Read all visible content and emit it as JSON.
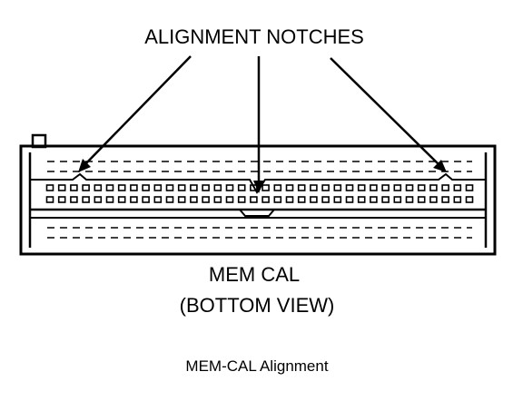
{
  "diagram": {
    "callout_label": "ALIGNMENT NOTCHES",
    "caption_line1": "MEM CAL",
    "caption_line2": "(BOTTOM VIEW)",
    "figure_caption": "MEM-CAL Alignment",
    "pin_rows": 2,
    "pins_per_row": 36
  },
  "colors": {
    "ink": "#000000",
    "paper": "#ffffff"
  }
}
